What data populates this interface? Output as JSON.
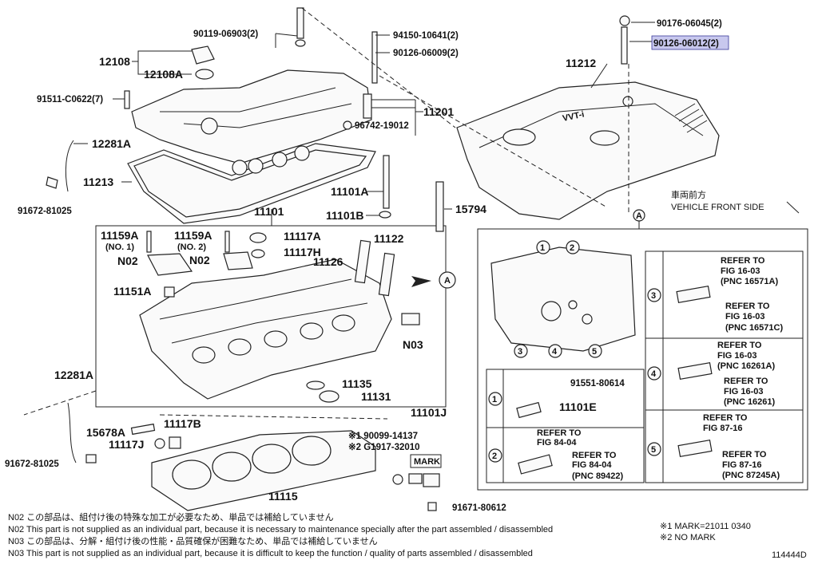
{
  "parts": {
    "p_90119_06903": "90119-06903(2)",
    "p_12108": "12108",
    "p_12108A": "12108A",
    "p_91511": "91511-C0622(7)",
    "p_12281A_top": "12281A",
    "p_11213": "11213",
    "p_91672_top": "91672-81025",
    "p_94150": "94150-10641(2)",
    "p_90126_06009": "90126-06009(2)",
    "p_11201": "11201",
    "p_96742": "96742-19012",
    "p_11101A": "11101A",
    "p_11101B": "11101B",
    "p_15794": "15794",
    "p_11101": "11101",
    "p_11159A_1": "11159A",
    "p_no1": "(NO. 1)",
    "p_11159A_2": "11159A",
    "p_no2": "(NO. 2)",
    "p_11117A": "11117A",
    "p_11117H": "11117H",
    "p_11122": "11122",
    "p_N02_a": "N02",
    "p_N02_b": "N02",
    "p_11126": "11126",
    "p_11151A": "11151A",
    "p_N03": "N03",
    "p_11135": "11135",
    "p_11131": "11131",
    "p_12281A_bot": "12281A",
    "p_15678A": "15678A",
    "p_11117B": "11117B",
    "p_11117J": "11117J",
    "p_91672_bot": "91672-81025",
    "p_11115": "11115",
    "p_11101J": "11101J",
    "p_mark1_code": "※1 90099-14137",
    "p_mark2_code": "※2 G1917-32010",
    "p_mark_box": "MARK",
    "p_91671": "91671-80612",
    "p_90176": "90176-06045(2)",
    "p_90126_06012": "90126-06012(2)",
    "p_11212": "11212",
    "cover_logo": "VVT-i",
    "vehicle_front_jp": "車両前方",
    "vehicle_front_en": "VEHICLE FRONT SIDE",
    "callout_A": "A"
  },
  "inset": {
    "items": [
      {
        "num": "1",
        "part": "91551-80614",
        "part2": "11101E"
      },
      {
        "num": "2",
        "ref1_a": "REFER TO",
        "ref1_b": "FIG 84-04",
        "ref2_a": "REFER TO",
        "ref2_b": "FIG 84-04",
        "ref2_c": "(PNC 89422)"
      },
      {
        "num": "3",
        "ref1_a": "REFER TO",
        "ref1_b": "FIG 16-03",
        "ref1_c": "(PNC 16571A)",
        "ref2_a": "REFER TO",
        "ref2_b": "FIG 16-03",
        "ref2_c": "(PNC 16571C)"
      },
      {
        "num": "4",
        "ref1_a": "REFER TO",
        "ref1_b": "FIG 16-03",
        "ref1_c": "(PNC 16261A)",
        "ref2_a": "REFER TO",
        "ref2_b": "FIG 16-03",
        "ref2_c": "(PNC 16261)"
      },
      {
        "num": "5",
        "ref1_a": "REFER TO",
        "ref1_b": "FIG 87-16",
        "ref2_a": "REFER TO",
        "ref2_b": "FIG 87-16",
        "ref2_c": "(PNC 87245A)"
      }
    ]
  },
  "notes": [
    "N02  この部品は、組付け後の特殊な加工が必要なため、単品では補給していません",
    "N02  This part is not supplied as an individual part, because it is necessary to maintenance specially after the part assembled / disassembled",
    "N03  この部品は、分解・組付け後の性能・品質確保が困難なため、単品では補給していません",
    "N03  This part is not supplied as an individual part, because it is difficult to keep the function / quality of parts  assembled / disassembled"
  ],
  "marks": {
    "m1": "※1 MARK=21011 0340",
    "m2": "※2 NO MARK"
  },
  "figure_id": "114444D",
  "colors": {
    "highlight": "#c8c8ee",
    "line": "#222222"
  }
}
